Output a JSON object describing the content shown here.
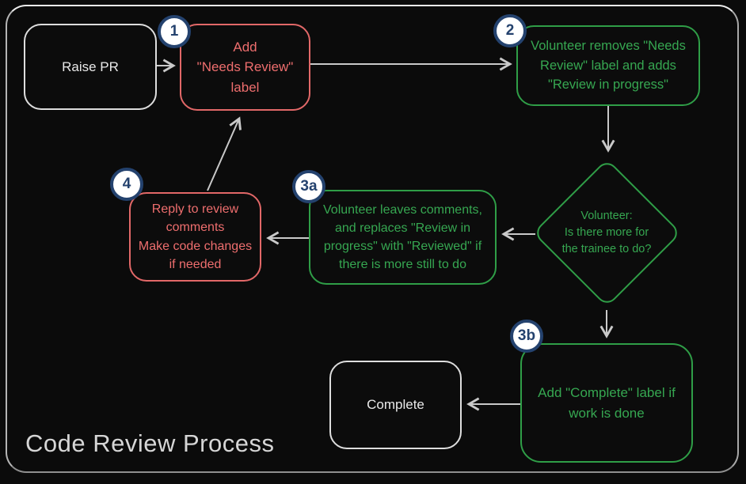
{
  "title": "Code Review Process",
  "colors": {
    "background": "#0b0b0b",
    "frame_stroke": "#c9c9c9",
    "red_accent": "#e26868",
    "red_text": "#ee6e6e",
    "green_accent": "#2f9e47",
    "green_text": "#36a751",
    "neutral_box_stroke": "#dedede",
    "neutral_text": "#e9e9e9",
    "badge_fill": "#ffffff",
    "badge_blue": "#24426e",
    "arrow": "#c9c9c9",
    "title_text": "#d6d6d6"
  },
  "nodes": {
    "raise_pr": {
      "label": "Raise PR"
    },
    "add_needs_review_label": {
      "badge": "1",
      "label": "Add\n\"Needs Review\"\nlabel"
    },
    "volunteer_removes_label": {
      "badge": "2",
      "label": "Volunteer removes \"Needs\nReview\" label and adds\n\"Review in progress\""
    },
    "more_for_trainee_decision": {
      "label": "Volunteer:\nIs there more for\nthe trainee to do?"
    },
    "volunteer_leaves_comments": {
      "badge": "3a",
      "label": "Volunteer leaves comments,\nand replaces \"Review in\nprogress\" with \"Reviewed\" if\nthere is more still to do"
    },
    "reply_to_review_comments": {
      "badge": "4",
      "label": "Reply to review\ncomments\nMake code changes\nif needed"
    },
    "add_complete_label": {
      "badge": "3b",
      "label": "Add \"Complete\" label if\nwork is done"
    },
    "complete": {
      "label": "Complete"
    }
  }
}
